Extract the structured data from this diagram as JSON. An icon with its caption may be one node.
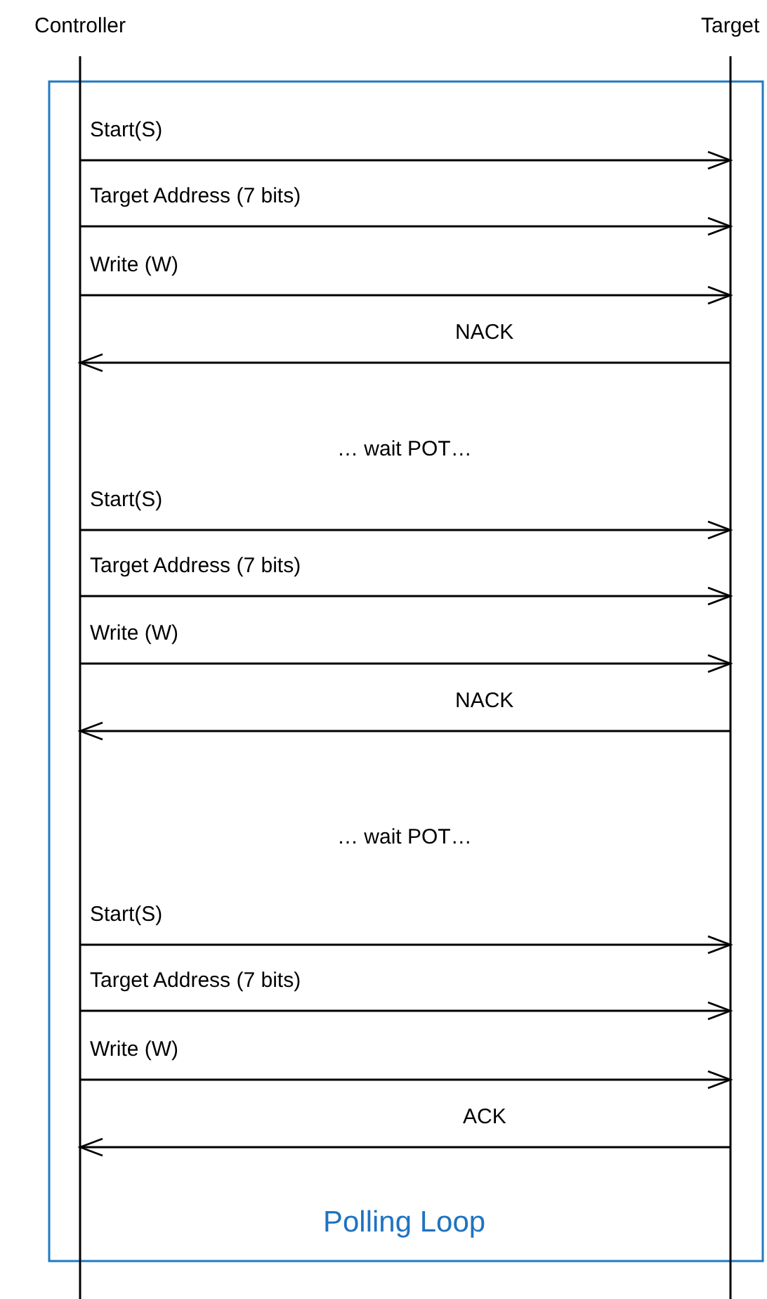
{
  "diagram": {
    "nodes": [
      {
        "text": [
          "Controller"
        ]
      },
      {
        "text": [
          "Target"
        ]
      }
    ],
    "edges": [
      {
        "from": 0,
        "to": 1,
        "arrow": "to",
        "label": "Start(S)"
      },
      {
        "from": 0,
        "to": 1,
        "arrow": "to",
        "label": "Target Address (7 bits)"
      },
      {
        "from": 0,
        "to": 1,
        "arrow": "to",
        "label": "Write (W)"
      },
      {
        "from": 1,
        "to": 0,
        "arrow": "to",
        "label": "NACK"
      },
      {
        "from": 0,
        "to": 1,
        "arrow": "to",
        "label": "Start(S)"
      },
      {
        "from": 0,
        "to": 1,
        "arrow": "to",
        "label": "Target Address (7 bits)"
      },
      {
        "from": 0,
        "to": 1,
        "arrow": "to",
        "label": "Write (W)"
      },
      {
        "from": 1,
        "to": 0,
        "arrow": "to",
        "label": "NACK"
      },
      {
        "from": 0,
        "to": 1,
        "arrow": "to",
        "label": "Start(S)"
      },
      {
        "from": 0,
        "to": 1,
        "arrow": "to",
        "label": "Target Address (7 bits)"
      },
      {
        "from": 0,
        "to": 1,
        "arrow": "to",
        "label": "Write (W)"
      },
      {
        "from": 1,
        "to": 0,
        "arrow": "to",
        "label": "ACK"
      }
    ],
    "labels": [
      "… wait POT…",
      "… wait POT…",
      "Polling Loop"
    ]
  }
}
